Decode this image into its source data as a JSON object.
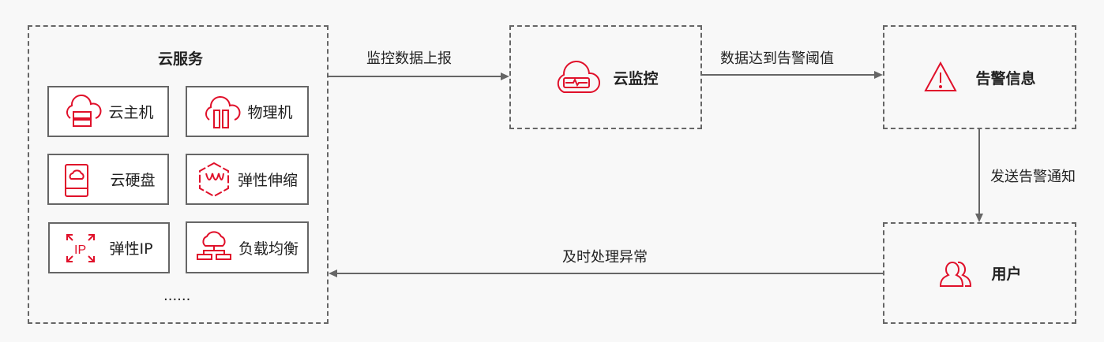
{
  "cloud_services": {
    "title": "云服务",
    "items": [
      {
        "label": "云主机",
        "icon": "cloud-server-icon"
      },
      {
        "label": "物理机",
        "icon": "cloud-physical-server-icon"
      },
      {
        "label": "云硬盘",
        "icon": "cloud-disk-icon"
      },
      {
        "label": "弹性伸缩",
        "icon": "auto-scaling-icon"
      },
      {
        "label": "弹性IP",
        "icon": "elastic-ip-icon"
      },
      {
        "label": "负载均衡",
        "icon": "load-balancer-icon"
      }
    ],
    "more": "......"
  },
  "monitor": {
    "label": "云监控",
    "icon": "cloud-monitor-icon"
  },
  "alarm": {
    "label": "告警信息",
    "icon": "warning-icon"
  },
  "user": {
    "label": "用户",
    "icon": "users-icon"
  },
  "arrows": {
    "report": "监控数据上报",
    "threshold": "数据达到告警阈值",
    "notify": "发送告警通知",
    "handle": "及时处理异常"
  },
  "colors": {
    "accent": "#e0102a",
    "border": "#666666"
  }
}
